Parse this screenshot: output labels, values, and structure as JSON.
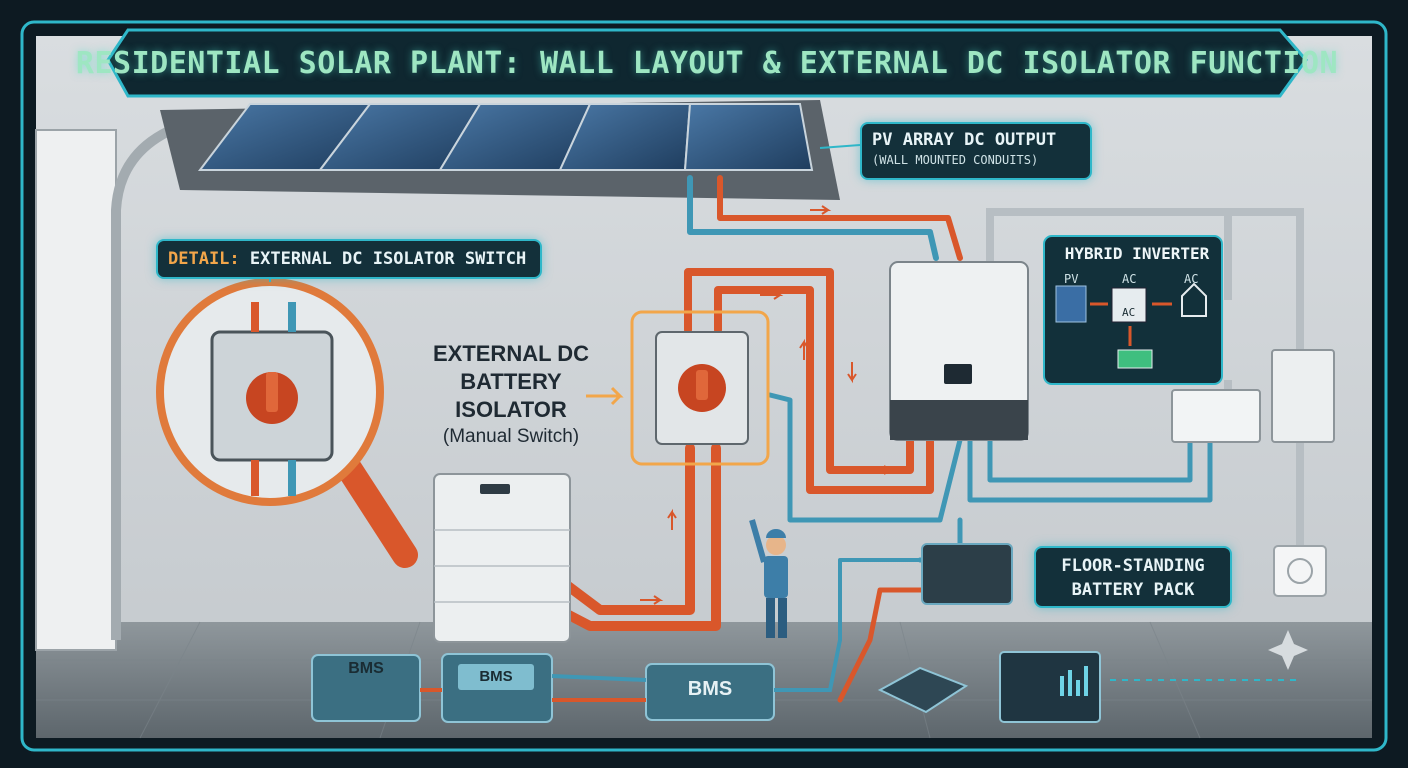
{
  "title": "RESIDENTIAL SOLAR PLANT: WALL LAYOUT & EXTERNAL DC ISOLATOR FUNCTION",
  "pv_output": {
    "line1": "PV ARRAY DC OUTPUT",
    "line2": "(WALL MOUNTED CONDUITS)"
  },
  "detail": {
    "prefix": "DETAIL:",
    "text": "EXTERNAL DC ISOLATOR SWITCH"
  },
  "isolator": {
    "line1": "EXTERNAL DC",
    "line2": "BATTERY",
    "line3": "ISOLATOR",
    "line4": "(Manual Switch)"
  },
  "inverter": {
    "title": "HYBRID INVERTER",
    "pv": "PV",
    "ac_in": "AC",
    "ac_out": "AC",
    "ac_box": "AC"
  },
  "battery_pack": {
    "line1": "FLOOR-STANDING",
    "line2": "BATTERY PACK"
  },
  "bms_labels": [
    "BMS",
    "BMS",
    "BMS"
  ],
  "colors": {
    "accent": "#2fb7c9",
    "dc_cable": "#d9572b",
    "signal_cable": "#3f97b5",
    "title_text": "#9ee6c2",
    "highlight": "#f2a64a"
  }
}
